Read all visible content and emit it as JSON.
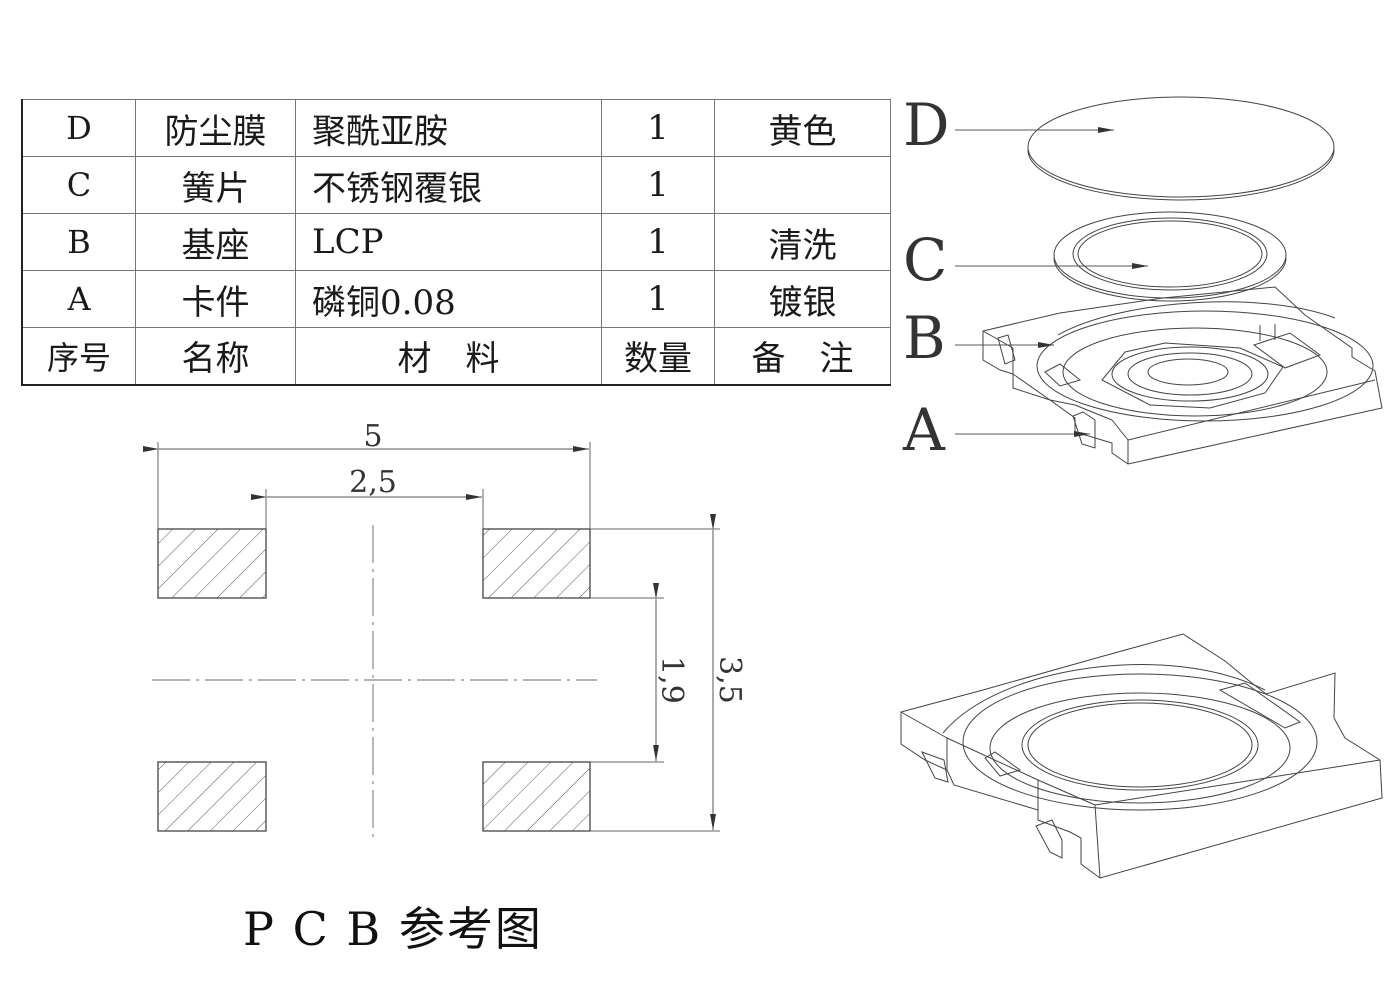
{
  "bom_table": {
    "rows": [
      {
        "id": "D",
        "name": "防尘膜",
        "material": "聚酰亚胺",
        "qty": "1",
        "remark": "黄色"
      },
      {
        "id": "C",
        "name": "簧片",
        "material": "不锈钢覆银",
        "qty": "1",
        "remark": ""
      },
      {
        "id": "B",
        "name": "基座",
        "material": "LCP",
        "qty": "1",
        "remark": "清洗"
      },
      {
        "id": "A",
        "name": "卡件",
        "material": "磷铜0.08",
        "qty": "1",
        "remark": "镀银"
      }
    ],
    "header": {
      "id": "序号",
      "name": "名称",
      "material": "材　料",
      "qty": "数量",
      "remark": "备　注"
    }
  },
  "exploded_view": {
    "labels": [
      "D",
      "C",
      "B",
      "A"
    ]
  },
  "pcb": {
    "title": "P C B 参考图",
    "dimensions": {
      "overall_width": "5",
      "inner_gap_width": "2,5",
      "inner_gap_height": "1,9",
      "overall_height": "3,5"
    }
  },
  "colors": {
    "line": "#444444",
    "hatch": "#555555",
    "centerline": "#888888"
  }
}
